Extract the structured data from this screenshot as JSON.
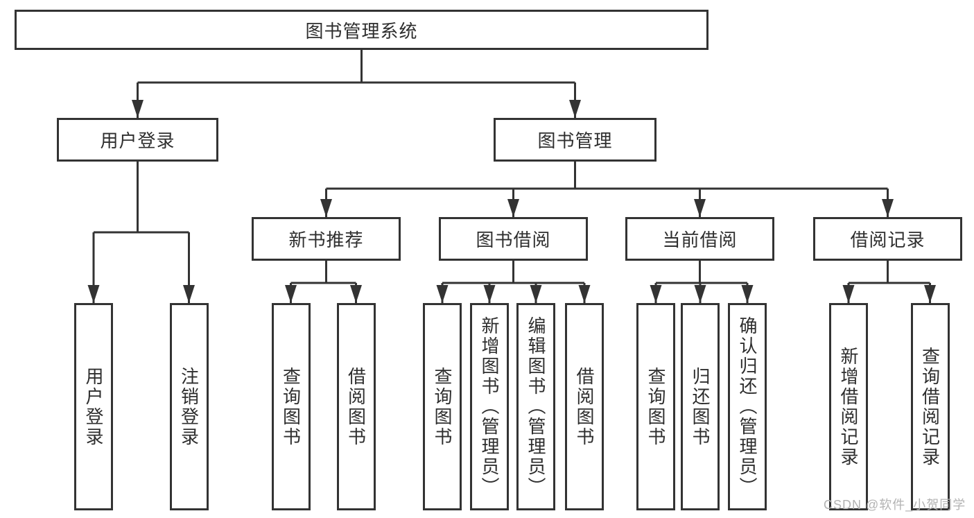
{
  "diagram": {
    "root": {
      "label": "图书管理系统"
    },
    "level2": [
      {
        "label": "用户登录"
      },
      {
        "label": "图书管理"
      }
    ],
    "level3": [
      {
        "label": "新书推荐"
      },
      {
        "label": "图书借阅"
      },
      {
        "label": "当前借阅"
      },
      {
        "label": "借阅记录"
      }
    ],
    "leaves": {
      "user_login": [
        "用户登录",
        "注销登录"
      ],
      "new_book_recommend": [
        "查询图书",
        "借阅图书"
      ],
      "book_borrow": [
        "查询图书",
        "新增图书（管理员）",
        "编辑图书（管理员）",
        "借阅图书"
      ],
      "current_borrow": [
        "查询图书",
        "归还图书",
        "确认归还（管理员）"
      ],
      "borrow_records": [
        "新增借阅记录",
        "查询借阅记录"
      ]
    }
  },
  "watermark": {
    "text": "CSDN @软件_小贺同学"
  },
  "colors": {
    "line": "#333333",
    "box_border": "#333333",
    "text": "#2e2e2e",
    "watermark": "#b3b3b3",
    "background": "#ffffff"
  }
}
